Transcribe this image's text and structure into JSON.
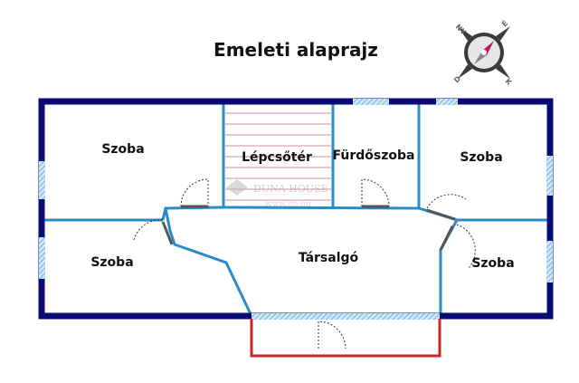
{
  "title": "Emeleti alaprajz",
  "compass": {
    "icon": "compass-icon",
    "labels": {
      "nw": "NY",
      "ne": "É",
      "se": "K",
      "sw": "D"
    }
  },
  "rooms": [
    {
      "id": "szoba-nw",
      "label": "Szoba"
    },
    {
      "id": "lepcsoter",
      "label": "Lépcsőtér"
    },
    {
      "id": "furdoszoba",
      "label": "Fürdőszoba"
    },
    {
      "id": "szoba-ne",
      "label": "Szoba"
    },
    {
      "id": "szoba-sw",
      "label": "Szoba"
    },
    {
      "id": "tarsalgo",
      "label": "Társalgó"
    },
    {
      "id": "szoba-se",
      "label": "Szoba"
    }
  ],
  "watermark": {
    "brand": "DUNA HOUSE",
    "url": "www.dh.hu"
  },
  "colors": {
    "outer_wall": "#0b0b78",
    "inner_wall": "#2a8cc6",
    "window": "#8ec8e8",
    "balcony": "#c0282e",
    "stairs": "#c98a8a"
  }
}
